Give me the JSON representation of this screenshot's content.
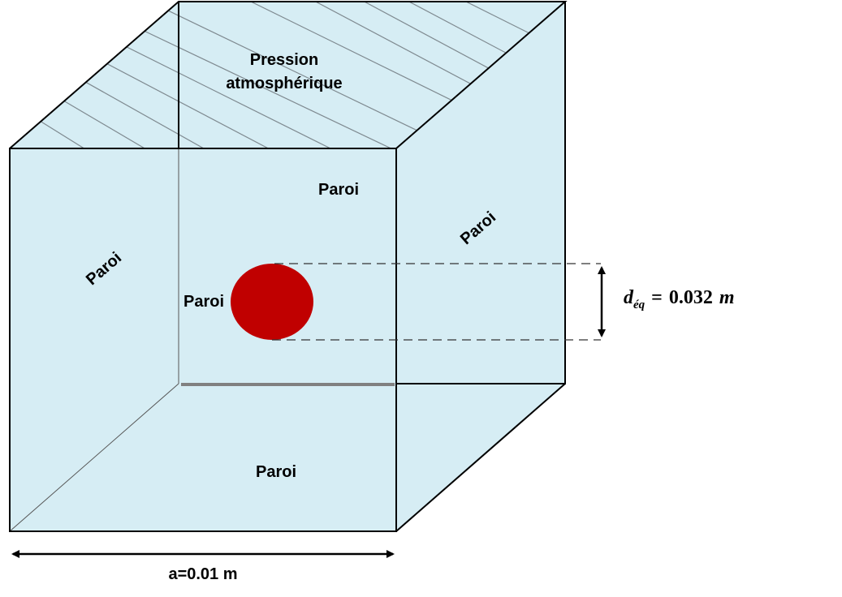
{
  "labels": {
    "top_line1": "Pression",
    "top_line2": "atmosphérique",
    "back_wall": "Paroi",
    "right_wall": "Paroi",
    "left_wall": "Paroi",
    "inner_left_wall": "Paroi",
    "bottom_wall": "Paroi"
  },
  "diameter": {
    "symbol": "d",
    "subscript": "éq",
    "equals": "=",
    "value": "0.032",
    "unit": "m"
  },
  "dimension": {
    "label": "a=0.01 m"
  },
  "colors": {
    "box_fill": "#d6edf4",
    "edge": "#000000",
    "bubble": "#c00000",
    "hatch": "#7f8a90",
    "inner_bottom_edge": "#808080"
  }
}
